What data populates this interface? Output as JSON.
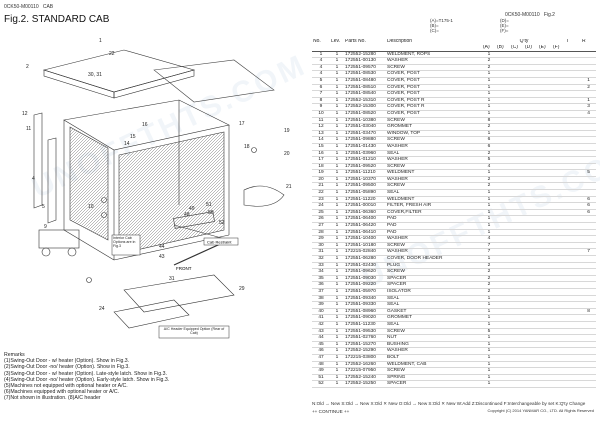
{
  "header": {
    "left_code": "0CK50-M00110",
    "left_section": "CAB",
    "title": "Fig.2.  STANDARD CAB",
    "right_code": "0CK50-M00110",
    "right_fig": "Fig.2",
    "options_left": [
      "(A)=T175-1",
      "(B)=",
      "(C)="
    ],
    "options_right": [
      "(D)=",
      "(E)=",
      "(F)="
    ]
  },
  "table": {
    "columns": {
      "no": "No.",
      "lev": "Lev.",
      "parts": "Parts No.",
      "desc": "Description",
      "qty": "Q'ty",
      "i": "I",
      "r": "R"
    },
    "qty_cols": [
      "(A)",
      "(B)",
      "(C)",
      "(D)",
      "(E)",
      "(F)"
    ],
    "rows": [
      [
        "1",
        "1",
        "172552-15280",
        "WELDMENT, ROPS",
        "1",
        "",
        ""
      ],
      [
        "4",
        "1",
        "172551-00130",
        "WASHER",
        "2",
        "",
        ""
      ],
      [
        "4",
        "1",
        "172551-09570",
        "SCREW",
        "2",
        "",
        ""
      ],
      [
        "4",
        "1",
        "172551-08530",
        "COVER, POST",
        "1",
        "",
        ""
      ],
      [
        "5",
        "1",
        "172551-08480",
        "COVER, POST",
        "1",
        "1",
        ""
      ],
      [
        "6",
        "1",
        "172551-08510",
        "COVER, POST",
        "1",
        "2",
        ""
      ],
      [
        "7",
        "1",
        "172551-08540",
        "COVER, POST",
        "1",
        "",
        ""
      ],
      [
        "8",
        "1",
        "172552-15310",
        "COVER, POST R",
        "1",
        "1",
        ""
      ],
      [
        "9",
        "1",
        "172552-15300",
        "COVER, POST R",
        "1",
        "3",
        ""
      ],
      [
        "10",
        "1",
        "172551-08520",
        "COVER, POST",
        "1",
        "4",
        ""
      ],
      [
        "11",
        "1",
        "172551-10380",
        "SCREW",
        "8",
        "",
        ""
      ],
      [
        "12",
        "1",
        "172551-03040",
        "GROMMET",
        "2",
        "",
        ""
      ],
      [
        "13",
        "1",
        "172551-03470",
        "WINDOW, TOP",
        "1",
        "",
        ""
      ],
      [
        "14",
        "1",
        "172551-09880",
        "SCREW",
        "6",
        "",
        ""
      ],
      [
        "15",
        "1",
        "172551-01430",
        "WASHER",
        "6",
        "",
        ""
      ],
      [
        "16",
        "1",
        "172551-03960",
        "SEAL",
        "2",
        "",
        ""
      ],
      [
        "17",
        "1",
        "172551-01210",
        "WASHER",
        "5",
        "",
        ""
      ],
      [
        "18",
        "1",
        "172551-09520",
        "SCREW",
        "4",
        "",
        ""
      ],
      [
        "19",
        "1",
        "172551-11210",
        "WELDMENT",
        "1",
        "5",
        ""
      ],
      [
        "20",
        "1",
        "172551-10370",
        "WASHER",
        "2",
        "",
        ""
      ],
      [
        "21",
        "1",
        "172551-09500",
        "SCREW",
        "2",
        "",
        ""
      ],
      [
        "22",
        "1",
        "172551-05890",
        "SEAL",
        "1",
        "",
        ""
      ],
      [
        "23",
        "1",
        "172551-11220",
        "WELDMENT",
        "1",
        "6",
        ""
      ],
      [
        "24",
        "1",
        "172551-00010",
        "FILTER, FRESH AIR",
        "1",
        "6",
        ""
      ],
      [
        "25",
        "1",
        "172551-06360",
        "COVER,FILTER",
        "1",
        "6",
        ""
      ],
      [
        "26",
        "1",
        "172551-06400",
        "PAD",
        "1",
        "",
        ""
      ],
      [
        "27",
        "1",
        "172551-06420",
        "PAD",
        "1",
        "",
        ""
      ],
      [
        "28",
        "1",
        "172551-06410",
        "PAD",
        "1",
        "",
        ""
      ],
      [
        "29",
        "1",
        "172551-10400",
        "WASHER",
        "4",
        "",
        ""
      ],
      [
        "30",
        "1",
        "172551-10180",
        "SCREW",
        "7",
        "",
        ""
      ],
      [
        "31",
        "1",
        "172215-02840",
        "WASHER",
        "7",
        "7",
        ""
      ],
      [
        "32",
        "1",
        "172551-06280",
        "COVER, DOOR HEADER",
        "1",
        "",
        ""
      ],
      [
        "33",
        "1",
        "172551-02430",
        "PLUG",
        "2",
        "",
        ""
      ],
      [
        "34",
        "1",
        "172551-09620",
        "SCREW",
        "2",
        "",
        ""
      ],
      [
        "35",
        "1",
        "172551-09030",
        "SPACER",
        "2",
        "",
        ""
      ],
      [
        "36",
        "1",
        "172551-09220",
        "SPACER",
        "2",
        "",
        ""
      ],
      [
        "37",
        "1",
        "172551-05970",
        "ISOLATOR",
        "2",
        "",
        ""
      ],
      [
        "38",
        "1",
        "172551-09340",
        "SEAL",
        "1",
        "",
        ""
      ],
      [
        "39",
        "1",
        "172551-09330",
        "SEAL",
        "1",
        "",
        ""
      ],
      [
        "40",
        "1",
        "172551-08960",
        "GASKET",
        "1",
        "8",
        ""
      ],
      [
        "41",
        "1",
        "172551-09020",
        "GROMMET",
        "1",
        "",
        ""
      ],
      [
        "42",
        "1",
        "172551-11230",
        "SEAL",
        "1",
        "",
        ""
      ],
      [
        "43",
        "1",
        "172551-09530",
        "SCREW",
        "5",
        "",
        ""
      ],
      [
        "44",
        "1",
        "172551-02760",
        "NUT",
        "1",
        "",
        ""
      ],
      [
        "45",
        "1",
        "172551-15270",
        "BUSHING",
        "1",
        "",
        ""
      ],
      [
        "46",
        "1",
        "172552-15290",
        "WASHER",
        "1",
        "",
        ""
      ],
      [
        "47",
        "1",
        "172215-03800",
        "BOLT",
        "1",
        "",
        ""
      ],
      [
        "48",
        "1",
        "172552-16260",
        "WELDMENT, CAB",
        "1",
        "",
        ""
      ],
      [
        "49",
        "1",
        "172215-07950",
        "SCREW",
        "1",
        "",
        ""
      ],
      [
        "51",
        "1",
        "172552-15240",
        "SPRING",
        "1",
        "",
        ""
      ],
      [
        "52",
        "1",
        "172552-15250",
        "SPACER",
        "1",
        "",
        ""
      ]
    ]
  },
  "remarks": {
    "title": "Remarks",
    "lines": [
      "(1)Swing-Out Door - w/ heater (Option). Show in Fig.3.",
      "(2)Swing-Out Door -no/ heater (Option). Show in Fig.3.",
      "(3)Swing-Out Door - w/ heater (Option). Late-style latch. Show in Fig.3.",
      "(4)Swing-Out Door -no/ heater (Option). Early-style latch. Show in Fig.3.",
      "(5)Machines not equipped with optional heater or A/C.",
      "(6)Machines equipped with optional heater or A/C.",
      "(7)Not shown in illustration. (8)A/C header"
    ]
  },
  "diagram_labels": {
    "n1": "1",
    "n22": "22",
    "n2": "2",
    "n3031": "30, 31",
    "n12": "12",
    "n11": "11",
    "n14": "14",
    "n15": "15",
    "n16": "16",
    "n17": "17",
    "n18": "18",
    "n19": "19",
    "n20": "20",
    "n21": "21",
    "n10": "10",
    "n51": "51",
    "n50": "50",
    "n49": "49",
    "n48": "48",
    "n4": "4",
    "n44": "44",
    "n43": "43",
    "n5": "5",
    "n52": "52",
    "n29": "29",
    "n31": "31",
    "n24": "24",
    "n9": "9",
    "box1": "Interior Cab Options are in Fig.3",
    "box2": "Cab Restraint",
    "box3": "A/C Header Equipped Option (Rear of Cab)",
    "front": "FRONT"
  },
  "footer": {
    "legend": "N:Old → New  S:Old → New  X:Old ✕ New  O:Old → New  S:Old ✕ New  W:Add  Z:Discontinued  F:Interchangeable by set  K:Q'ty Change",
    "continue": "++ CONTINUE ++",
    "copyright": "Copyright (C) 2014 YANMAR CO., LTD. All Rights Reserved"
  },
  "watermark": "UNOFFTHTS.COM",
  "colors": {
    "text": "#222222",
    "line": "#555555",
    "watermark": "#78a0c8"
  }
}
